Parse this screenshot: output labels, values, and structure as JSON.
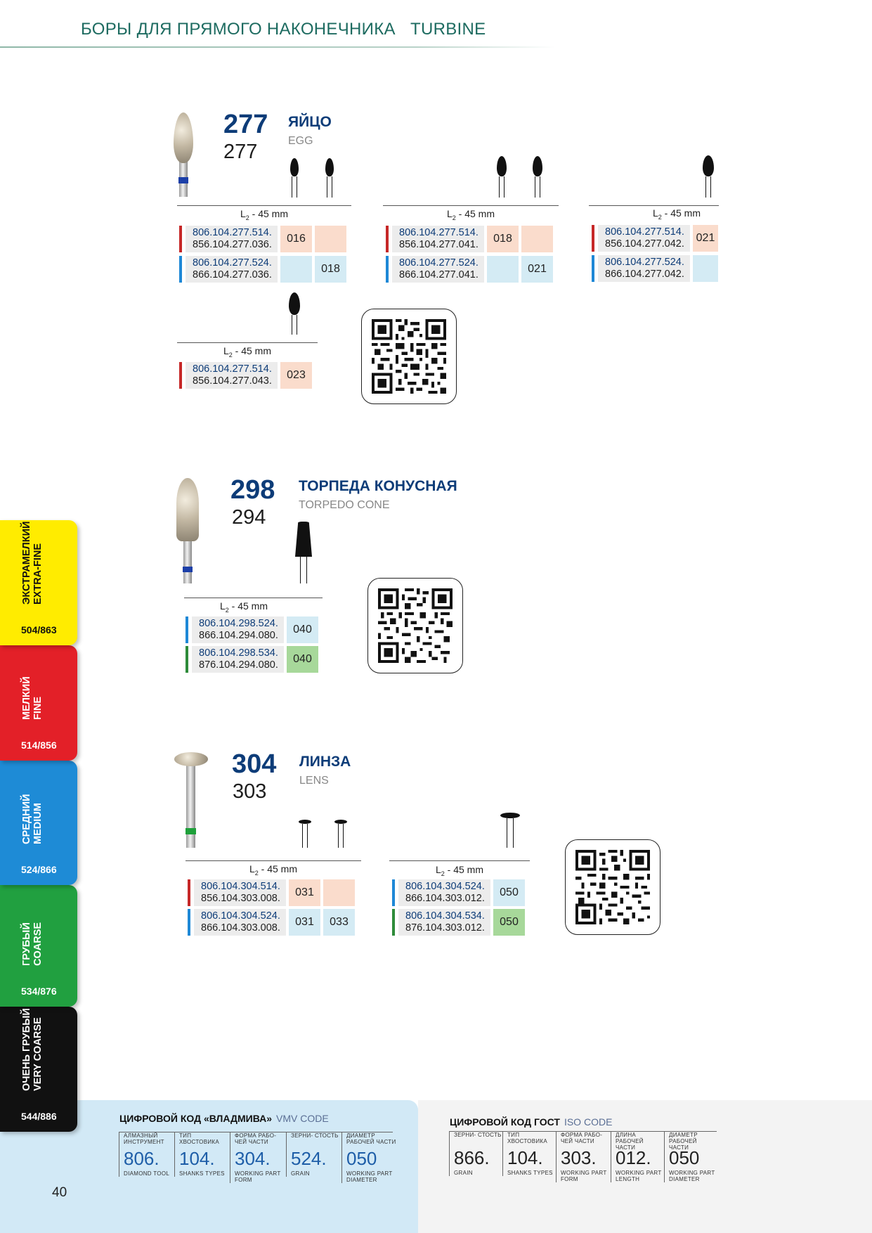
{
  "header": {
    "title": "БОРЫ ДЛЯ ПРЯМОГО НАКОНЕЧНИКА",
    "subtitle": "TURBINE"
  },
  "l2_label": "L₂ - 45 mm",
  "products": [
    {
      "num": "277",
      "num2": "277",
      "name": "ЯЙЦО",
      "name_en": "EGG",
      "groups": [
        {
          "rows": [
            {
              "c1": "806.104.277.514.",
              "c2": "856.104.277.036.",
              "bar": "red",
              "cells": [
                "016",
                ""
              ],
              "cellcolor": "pink"
            },
            {
              "c1": "806.104.277.524.",
              "c2": "866.104.277.036.",
              "bar": "blue",
              "cells": [
                "",
                "018"
              ],
              "cellcolor": "lblue"
            }
          ]
        },
        {
          "rows": [
            {
              "c1": "806.104.277.514.",
              "c2": "856.104.277.041.",
              "bar": "red",
              "cells": [
                "018",
                ""
              ],
              "cellcolor": "pink"
            },
            {
              "c1": "806.104.277.524.",
              "c2": "866.104.277.041.",
              "bar": "blue",
              "cells": [
                "",
                "021"
              ],
              "cellcolor": "lblue"
            }
          ]
        },
        {
          "rows": [
            {
              "c1": "806.104.277.514.",
              "c2": "856.104.277.042.",
              "bar": "red",
              "cells": [
                "021"
              ],
              "cellcolor": "pink"
            },
            {
              "c1": "806.104.277.524.",
              "c2": "866.104.277.042.",
              "bar": "blue",
              "cells": [
                ""
              ],
              "cellcolor": "lblue"
            }
          ]
        },
        {
          "rows": [
            {
              "c1": "806.104.277.514.",
              "c2": "856.104.277.043.",
              "bar": "red",
              "cells": [
                "023"
              ],
              "cellcolor": "pink"
            }
          ]
        }
      ]
    },
    {
      "num": "298",
      "num2": "294",
      "name": "ТОРПЕДА КОНУСНАЯ",
      "name_en": "TORPEDO CONE",
      "groups": [
        {
          "rows": [
            {
              "c1": "806.104.298.524.",
              "c2": "866.104.294.080.",
              "bar": "blue",
              "cells": [
                "040"
              ],
              "cellcolor": "lblue"
            },
            {
              "c1": "806.104.298.534.",
              "c2": "876.104.294.080.",
              "bar": "green",
              "cells": [
                "040"
              ],
              "cellcolor": "lgreen"
            }
          ]
        }
      ]
    },
    {
      "num": "304",
      "num2": "303",
      "name": "ЛИНЗА",
      "name_en": "LENS",
      "groups": [
        {
          "rows": [
            {
              "c1": "806.104.304.514.",
              "c2": "856.104.303.008.",
              "bar": "red",
              "cells": [
                "031",
                ""
              ],
              "cellcolor": "pink"
            },
            {
              "c1": "806.104.304.524.",
              "c2": "866.104.303.008.",
              "bar": "blue",
              "cells": [
                "031",
                "033"
              ],
              "cellcolor": "lblue"
            }
          ]
        },
        {
          "rows": [
            {
              "c1": "806.104.304.524.",
              "c2": "866.104.303.012.",
              "bar": "blue",
              "cells": [
                "050"
              ],
              "cellcolor": "lblue"
            },
            {
              "c1": "806.104.304.534.",
              "c2": "876.104.303.012.",
              "bar": "green",
              "cells": [
                "050"
              ],
              "cellcolor": "lgreen"
            }
          ]
        }
      ]
    }
  ],
  "tabs": [
    {
      "line1": "ЭКСТРАМЕЛКИЙ",
      "line2": "EXTRA-FINE",
      "code": "504/863",
      "bg": "#ffec00",
      "fg": "#111111"
    },
    {
      "line1": "МЕЛКИЙ",
      "line2": "FINE",
      "code": "514/856",
      "bg": "#e32028",
      "fg": "#ffffff"
    },
    {
      "line1": "СРЕДНИЙ",
      "line2": "MEDIUM",
      "code": "524/866",
      "bg": "#1e8bd6",
      "fg": "#ffffff"
    },
    {
      "line1": "ГРУБЫЙ",
      "line2": "COARSE",
      "code": "534/876",
      "bg": "#21a040",
      "fg": "#ffffff"
    },
    {
      "line1": "ОЧЕНЬ ГРУБЫЙ",
      "line2": "VERY COARSE",
      "code": "544/886",
      "bg": "#111111",
      "fg": "#ffffff"
    }
  ],
  "footer": {
    "vmv": {
      "title": "ЦИФРОВОЙ КОД «ВЛАДМИВА»",
      "title_en": "VMV CODE",
      "cols": [
        {
          "label": "АЛМАЗНЫЙ ИНСТРУМЕНТ",
          "value": "806.",
          "en": "DIAMOND TOOL"
        },
        {
          "label": "ТИП ХВОСТОВИКА",
          "value": "104.",
          "en": "SHANKS TYPES"
        },
        {
          "label": "ФОРМА РАБО- ЧЕЙ ЧАСТИ",
          "value": "304.",
          "en": "WORKING PART FORM"
        },
        {
          "label": "ЗЕРНИ- СТОСТЬ",
          "value": "524.",
          "en": "GRAIN"
        },
        {
          "label": "ДИАМЕТР РАБОЧЕЙ ЧАСТИ",
          "value": "050",
          "en": "WORKING PART DIAMETER"
        }
      ]
    },
    "iso": {
      "title": "ЦИФРОВОЙ КОД ГОСТ",
      "title_en": "ISO CODE",
      "cols": [
        {
          "label": "ЗЕРНИ- СТОСТЬ",
          "value": "866.",
          "en": "GRAIN"
        },
        {
          "label": "ТИП ХВОСТОВИКА",
          "value": "104.",
          "en": "SHANKS TYPES"
        },
        {
          "label": "ФОРМА РАБО- ЧЕЙ ЧАСТИ",
          "value": "303.",
          "en": "WORKING PART FORM"
        },
        {
          "label": "ДЛИНА РАБОЧЕЙ ЧАСТИ",
          "value": "012.",
          "en": "WORKING PART LENGTH"
        },
        {
          "label": "ДИАМЕТР РАБОЧЕЙ ЧАСТИ",
          "value": "050",
          "en": "WORKING PART DIAMETER"
        }
      ]
    }
  },
  "page_number": "40"
}
